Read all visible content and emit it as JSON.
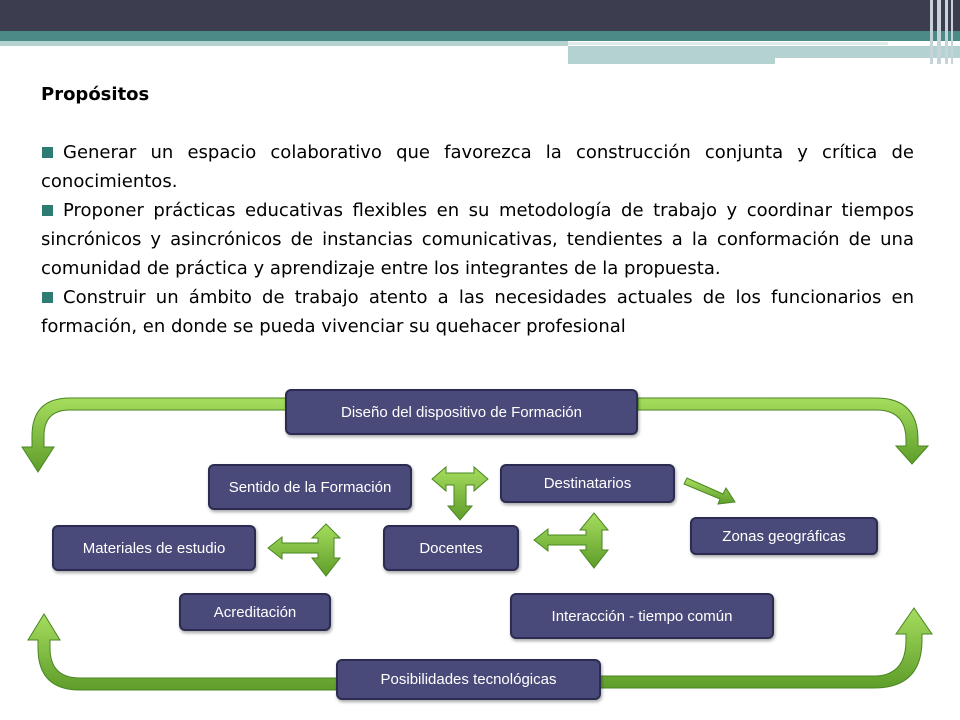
{
  "header": {
    "title": "Propósitos"
  },
  "bullets": [
    "Generar un espacio colaborativo que favorezca la construcción conjunta y crítica de conocimientos.",
    "Proponer prácticas educativas flexibles en su metodología de trabajo y coordinar tiempos sincrónicos y asincrónicos de instancias comunicativas, tendientes a la conformación de una comunidad de práctica y aprendizaje entre los integrantes de la propuesta.",
    "Construir un ámbito de trabajo atento a las necesidades actuales de los funcionarios en formación, en donde se pueda vivenciar su quehacer profesional"
  ],
  "diagram": {
    "nodes": {
      "diseno": "Diseño del dispositivo de Formación",
      "sentido": "Sentido de la Formación",
      "destinatarios": "Destinatarios",
      "zonas": "Zonas geográficas",
      "materiales": "Materiales de estudio",
      "docentes": "Docentes",
      "acreditacion": "Acreditación",
      "interaccion": "Interacción - tiempo  común",
      "posibilidades": "Posibilidades tecnológicas"
    },
    "colors": {
      "node_fill": "#4a4a7a",
      "node_border": "#2c2c52",
      "arrow": "#7dc23d",
      "bullet": "#2e7b74"
    }
  }
}
